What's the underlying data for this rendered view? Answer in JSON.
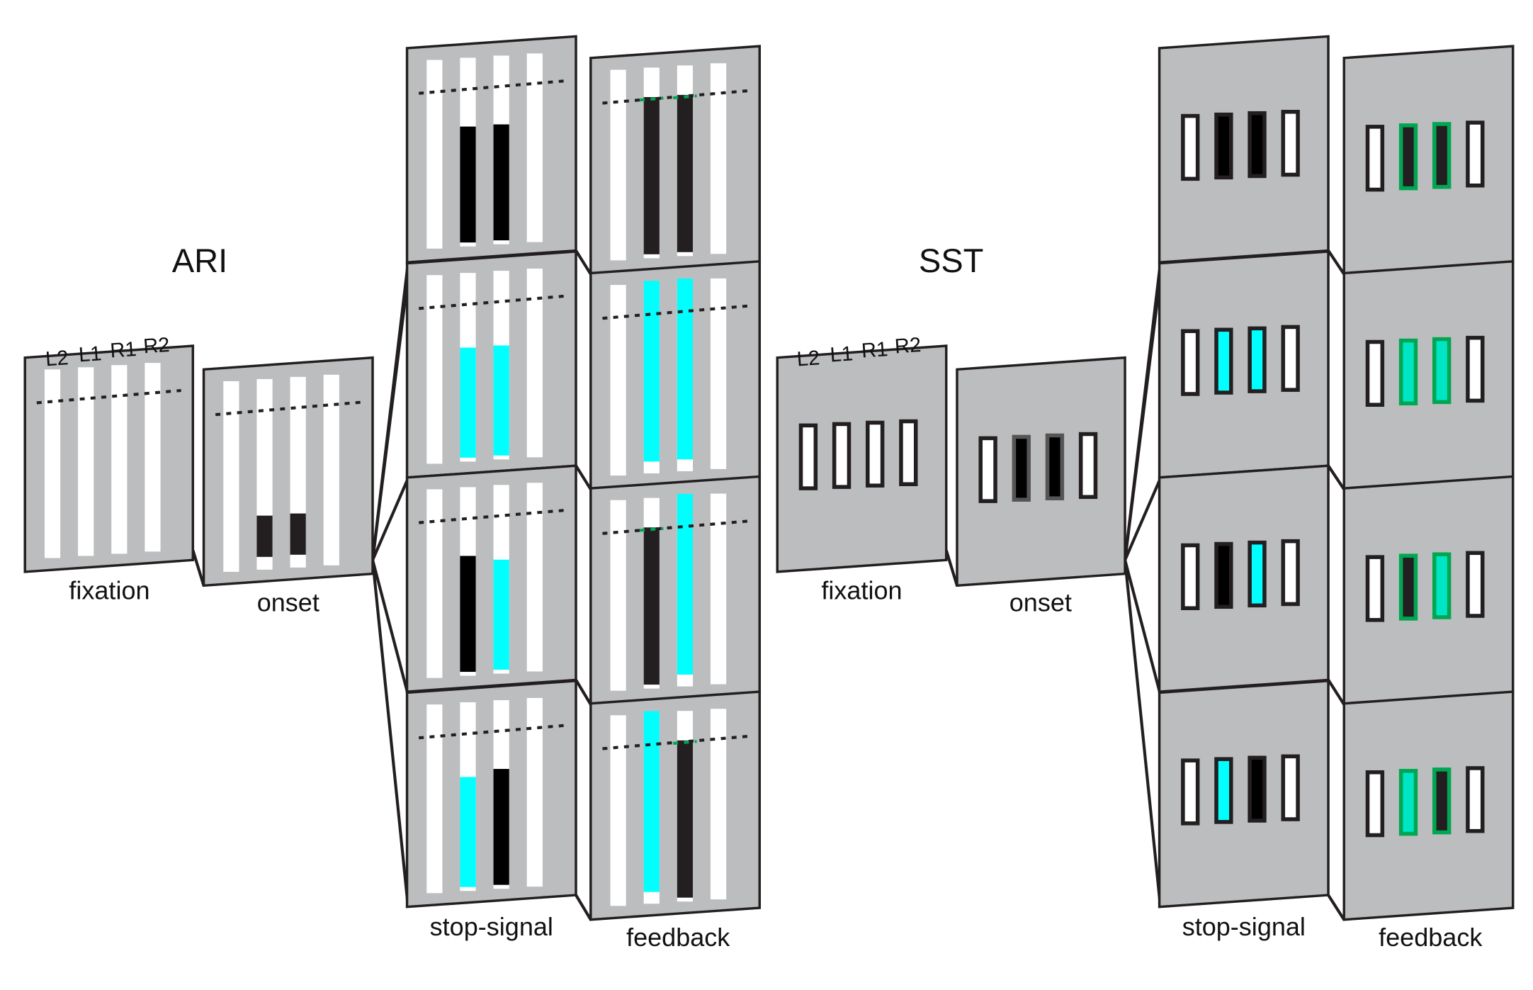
{
  "colors": {
    "background": "#ffffff",
    "panel_fill": "#bcbdbf",
    "panel_stroke": "#231f20",
    "bar_white": "#ffffff",
    "bar_black": "#000000",
    "bar_dark": "#231f20",
    "cyan": "#00ffff",
    "feedback_green": "#00a651",
    "feedback_fill": "#00e6c4"
  },
  "ari": {
    "title": "ARI",
    "key_labels": [
      "L2",
      "L1",
      "R1",
      "R2"
    ],
    "fixation_label": "fixation",
    "onset_label": "onset",
    "stop_signal_label": "stop-signal",
    "feedback_label": "feedback",
    "conditions": [
      {
        "stop": [
          "white",
          "black",
          "black",
          "white"
        ],
        "feedback": [
          "white",
          "dark-success",
          "dark-success",
          "white"
        ]
      },
      {
        "stop": [
          "white",
          "cyan",
          "cyan",
          "white"
        ],
        "feedback": [
          "white",
          "cyan-full",
          "cyan-full",
          "white"
        ]
      },
      {
        "stop": [
          "white",
          "black",
          "cyan",
          "white"
        ],
        "feedback": [
          "white",
          "dark-success",
          "cyan-full",
          "white"
        ]
      },
      {
        "stop": [
          "white",
          "cyan",
          "black",
          "white"
        ],
        "feedback": [
          "white",
          "cyan-full",
          "dark-success",
          "white"
        ]
      }
    ]
  },
  "sst": {
    "title": "SST",
    "key_labels": [
      "L2",
      "L1",
      "R1",
      "R2"
    ],
    "fixation_label": "fixation",
    "onset_label": "onset",
    "stop_signal_label": "stop-signal",
    "feedback_label": "feedback",
    "conditions": [
      {
        "stop": [
          "white",
          "black",
          "black",
          "white"
        ],
        "feedback": [
          "white",
          "black-green",
          "black-green",
          "white"
        ]
      },
      {
        "stop": [
          "white",
          "cyan",
          "cyan",
          "white"
        ],
        "feedback": [
          "white",
          "cyan-green",
          "cyan-green",
          "white"
        ]
      },
      {
        "stop": [
          "white",
          "black",
          "cyan",
          "white"
        ],
        "feedback": [
          "white",
          "black-green",
          "cyan-green",
          "white"
        ]
      },
      {
        "stop": [
          "white",
          "cyan",
          "black",
          "white"
        ],
        "feedback": [
          "white",
          "cyan-green",
          "black-green",
          "white"
        ]
      }
    ]
  }
}
